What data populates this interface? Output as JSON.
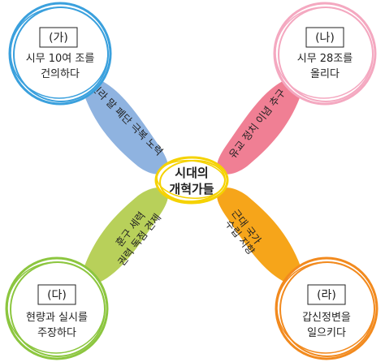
{
  "center": {
    "line1": "시대의",
    "line2": "개혁가들"
  },
  "petals": {
    "blue": {
      "text": "신라 말 폐단 극복 노력",
      "color": "#8fb3e0"
    },
    "pink": {
      "text": "유교 정치 이념 추구",
      "color": "#f07f94"
    },
    "green": {
      "text1": "훈구 세력",
      "text2": "권력 독점 견제",
      "color": "#b8d05a"
    },
    "orange": {
      "text1": "근대 국가",
      "text2": "수립 지향",
      "color": "#f6a51a"
    }
  },
  "nodes": {
    "top_left": {
      "label": "(가)",
      "line1": "시무 10여 조를",
      "line2": "건의하다",
      "color": "#3aa0dd"
    },
    "top_right": {
      "label": "(나)",
      "line1": "시무 28조를",
      "line2": "올리다",
      "color": "#f4a8c0"
    },
    "bottom_left": {
      "label": "(다)",
      "line1": "현량과 실시를",
      "line2": "주장하다",
      "color": "#8cc63f"
    },
    "bottom_right": {
      "label": "(라)",
      "line1": "갑신정변을",
      "line2": "일으키다",
      "color": "#f28a1e"
    }
  },
  "center_ring_color": "#f5d200"
}
